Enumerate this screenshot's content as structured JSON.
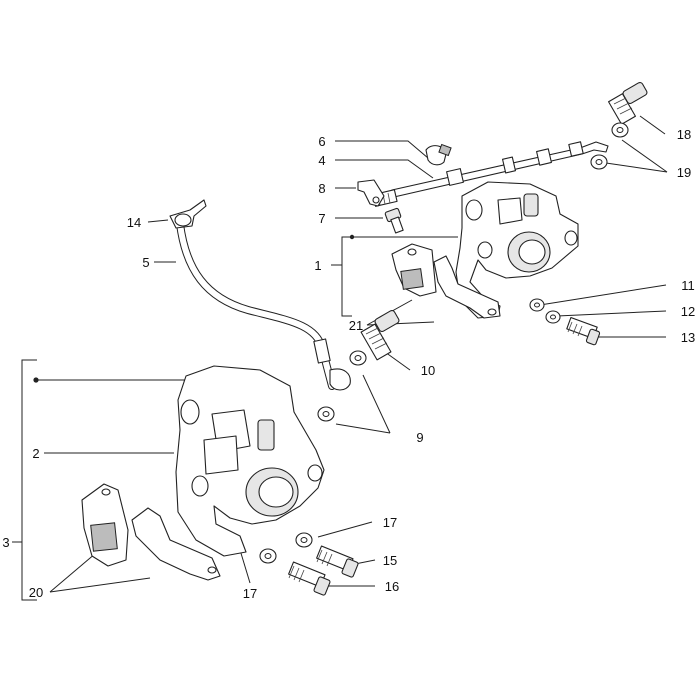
{
  "callouts": [
    {
      "id": "c1",
      "text": "1"
    },
    {
      "id": "c2",
      "text": "2"
    },
    {
      "id": "c3",
      "text": "3"
    },
    {
      "id": "c4",
      "text": "4"
    },
    {
      "id": "c5",
      "text": "5"
    },
    {
      "id": "c6",
      "text": "6"
    },
    {
      "id": "c7",
      "text": "7"
    },
    {
      "id": "c8",
      "text": "8"
    },
    {
      "id": "c9",
      "text": "9"
    },
    {
      "id": "c10",
      "text": "10"
    },
    {
      "id": "c11",
      "text": "11"
    },
    {
      "id": "c12",
      "text": "12"
    },
    {
      "id": "c13",
      "text": "13"
    },
    {
      "id": "c14",
      "text": "14"
    },
    {
      "id": "c15",
      "text": "15"
    },
    {
      "id": "c16",
      "text": "16"
    },
    {
      "id": "c17a",
      "text": "17"
    },
    {
      "id": "c17b",
      "text": "17"
    },
    {
      "id": "c18",
      "text": "18"
    },
    {
      "id": "c19",
      "text": "19"
    },
    {
      "id": "c20",
      "text": "20"
    },
    {
      "id": "c21",
      "text": "21"
    }
  ]
}
